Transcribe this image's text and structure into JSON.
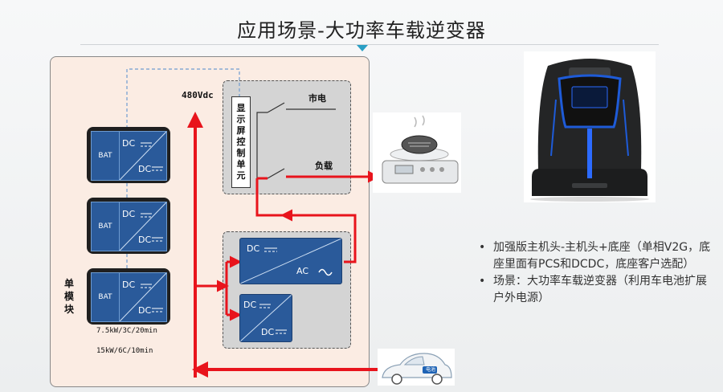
{
  "title": "应用场景-大功率车载逆变器",
  "diagram": {
    "voltage_label": "480Vdc",
    "grid_label": "市电",
    "load_label": "负载",
    "control_unit_chars": [
      "显",
      "示",
      "屏",
      "控",
      "制",
      "单",
      "元"
    ],
    "battery_modules": [
      {
        "bat": "BAT",
        "dc_top": "DC",
        "dc_bottom": "DC"
      },
      {
        "bat": "BAT",
        "dc_top": "DC",
        "dc_bottom": "DC"
      },
      {
        "bat": "BAT",
        "dc_top": "DC",
        "dc_bottom": "DC"
      }
    ],
    "single_module_chars": [
      "单",
      "模",
      "块"
    ],
    "spec_1": "7.5kW/3C/20min",
    "spec_2": "15kW/6C/10min",
    "dcac": {
      "dc": "DC",
      "ac": "AC"
    },
    "dcdc": {
      "dc_top": "DC",
      "dc_bottom": "DC"
    },
    "car_badge": "电池"
  },
  "bullets": [
    "加强版主机头-主机头+底座（单相V2G，底座里面有PCS和DCDC，底座客户选配）",
    "场景：大功率车载逆变器（利用车电池扩展户外电源）"
  ],
  "colors": {
    "power_line": "#e8141c",
    "module_blue": "#2a5a9a",
    "panel_bg": "#fbece3",
    "accent": "#2a9fc4"
  }
}
